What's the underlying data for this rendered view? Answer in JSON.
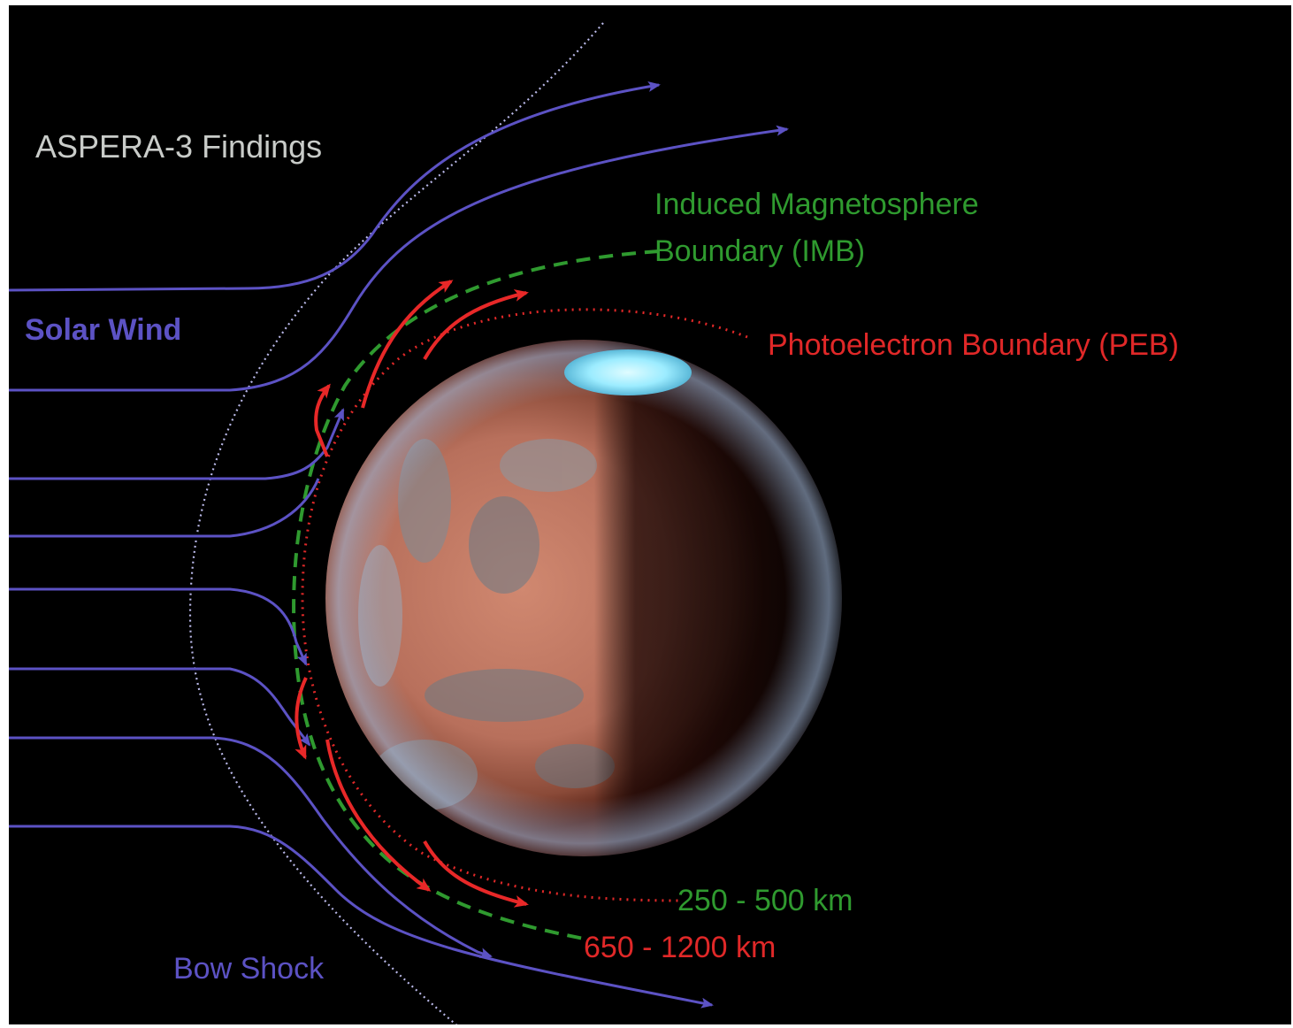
{
  "title": "ASPERA-3 Findings",
  "labels": {
    "solar_wind": "Solar Wind",
    "bow_shock": "Bow Shock",
    "imb_line1": "Induced Magnetosphere",
    "imb_line2": "Boundary (IMB)",
    "peb": "Photoelectron Boundary (PEB)",
    "range_imb": "250 - 500 km",
    "range_peb": "650 - 1200 km"
  },
  "colors": {
    "background": "#000000",
    "title": "#c9ccc9",
    "solar_wind": "#5c52c4",
    "bow_shock": "#b9b8e8",
    "imb": "#2f9a2f",
    "peb": "#e02828",
    "planet_light": "#c97e66",
    "planet_dark": "#4a1a10",
    "polar_cap": "#a8f0ff"
  },
  "icons": {
    "planet": "mars-planet-icon",
    "polar_cap": "polar-cap-icon"
  }
}
